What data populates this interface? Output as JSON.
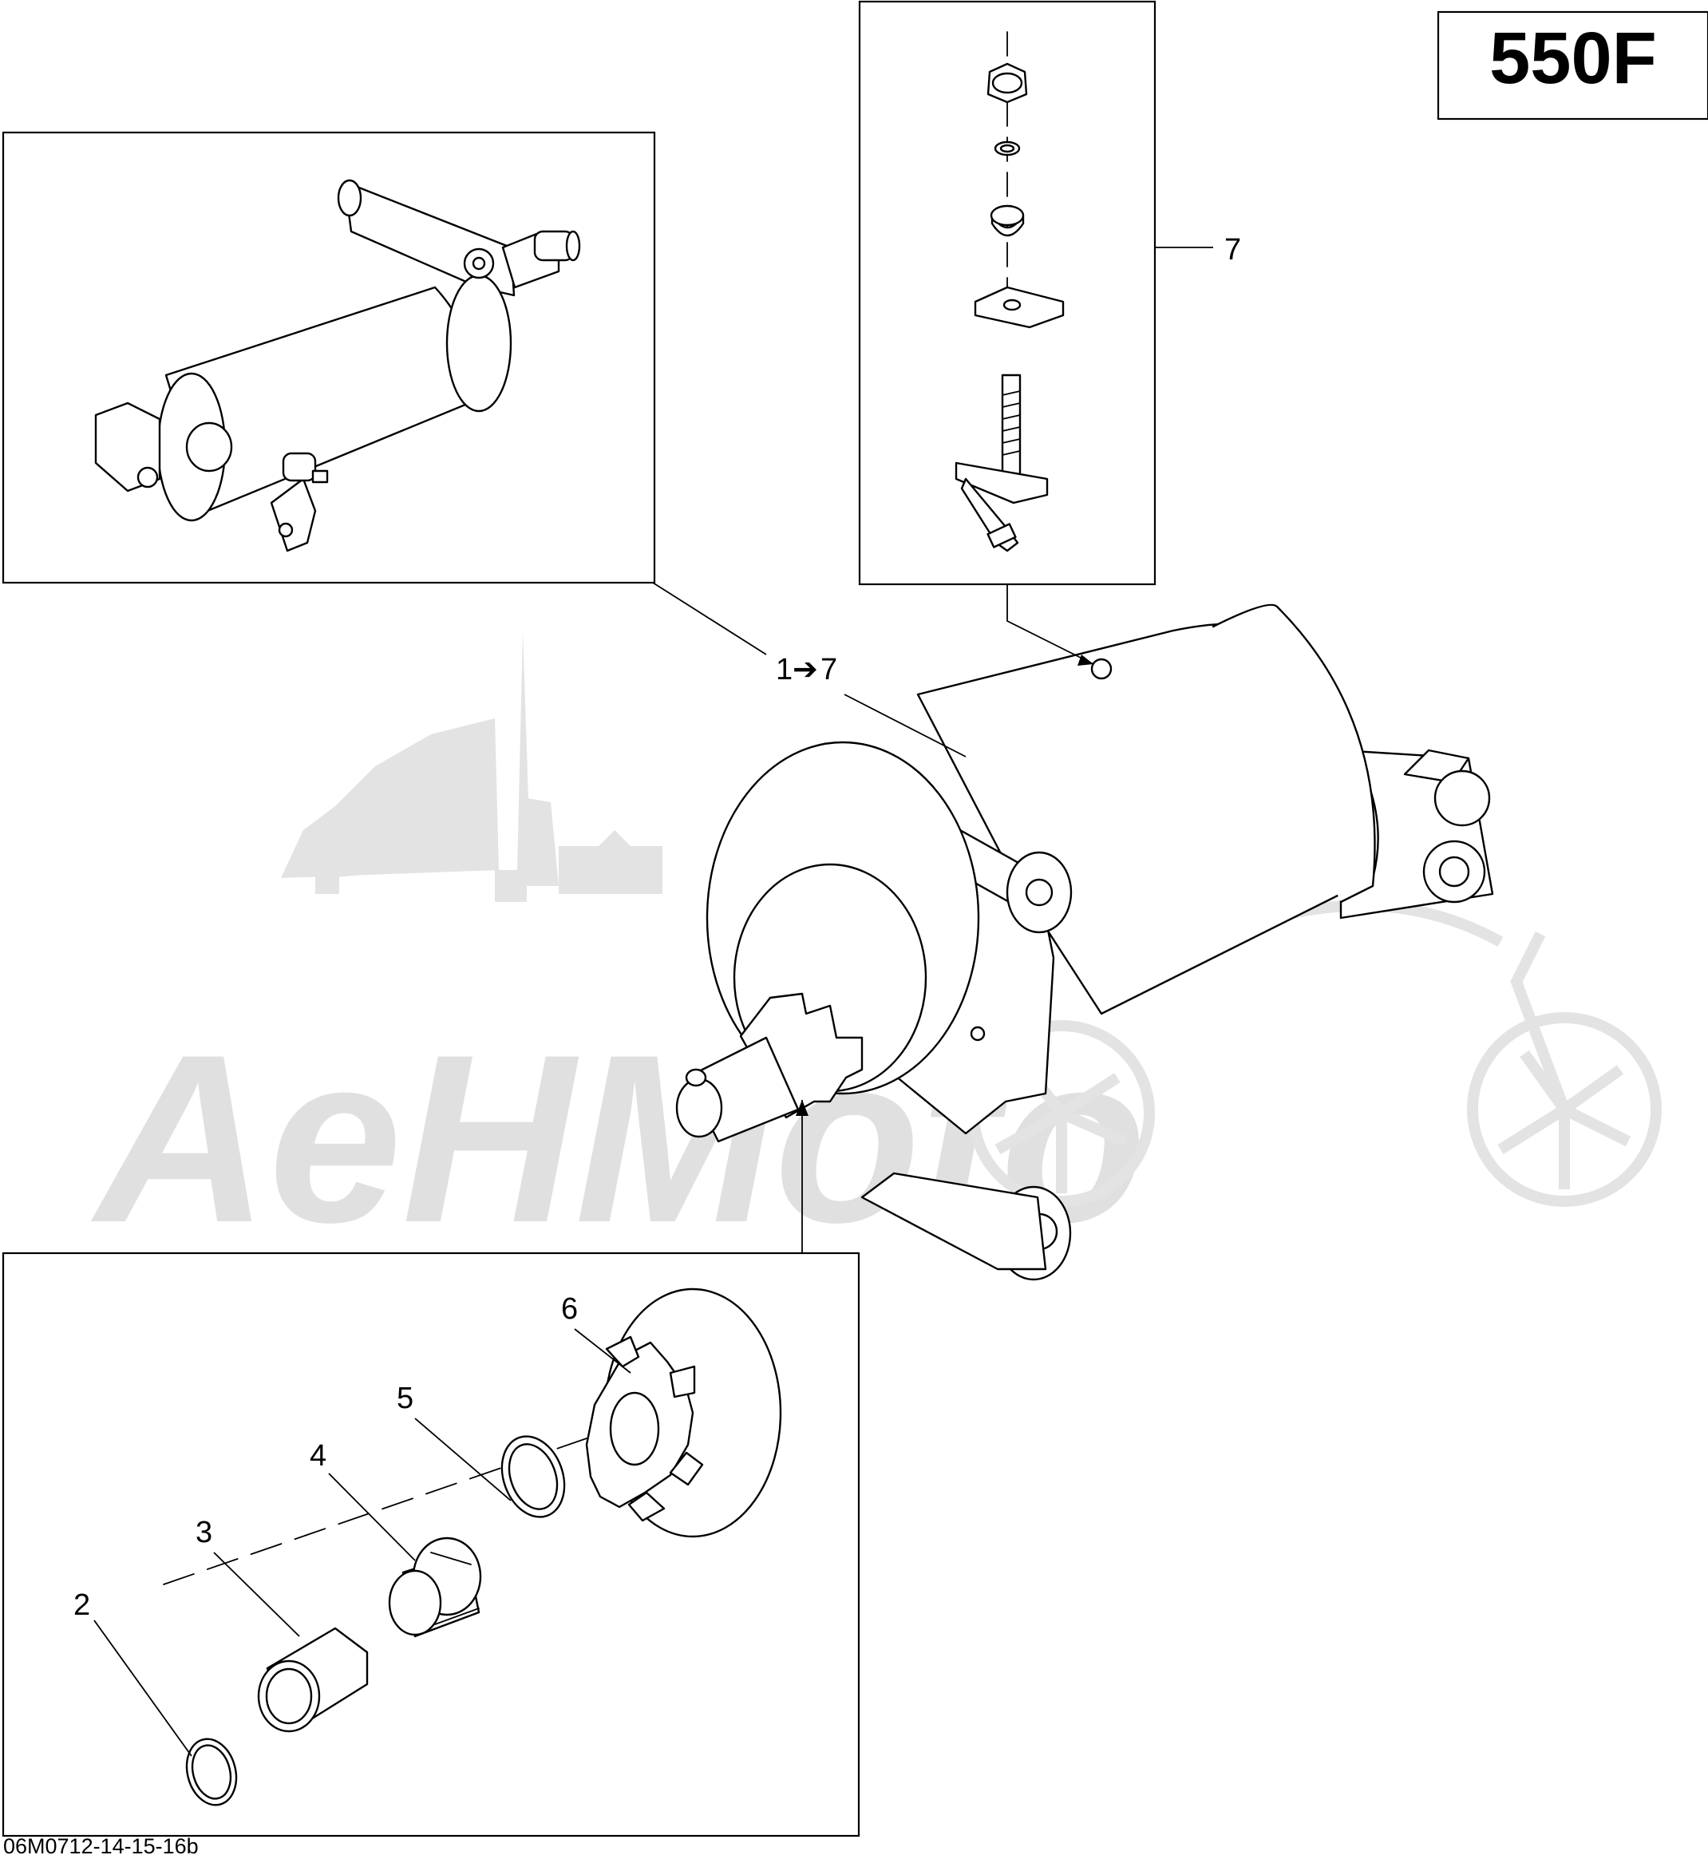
{
  "model_label": "550F",
  "drawing_code": "06M0712-14-15-16b",
  "watermark_text": "AeHMoto",
  "callouts": {
    "c1": "1",
    "c1_arrow": "➔",
    "c1_end": "7",
    "c2": "2",
    "c3": "3",
    "c4": "4",
    "c5": "5",
    "c6": "6",
    "c7": "7"
  },
  "parts": [
    {
      "id": "starter-assembly",
      "icon": "starter-motor-icon"
    },
    {
      "id": "terminal-hardware-kit",
      "icon": "terminal-kit-icon"
    },
    {
      "id": "retaining-ring",
      "icon": "ring-icon"
    },
    {
      "id": "stopper",
      "icon": "sleeve-icon"
    },
    {
      "id": "spring-collar",
      "icon": "collar-icon"
    },
    {
      "id": "washer",
      "icon": "washer-icon"
    },
    {
      "id": "pinion-gear",
      "icon": "gear-icon"
    }
  ],
  "colors": {
    "line": "#000000",
    "watermark": "#e0e0e0",
    "background": "#ffffff"
  }
}
